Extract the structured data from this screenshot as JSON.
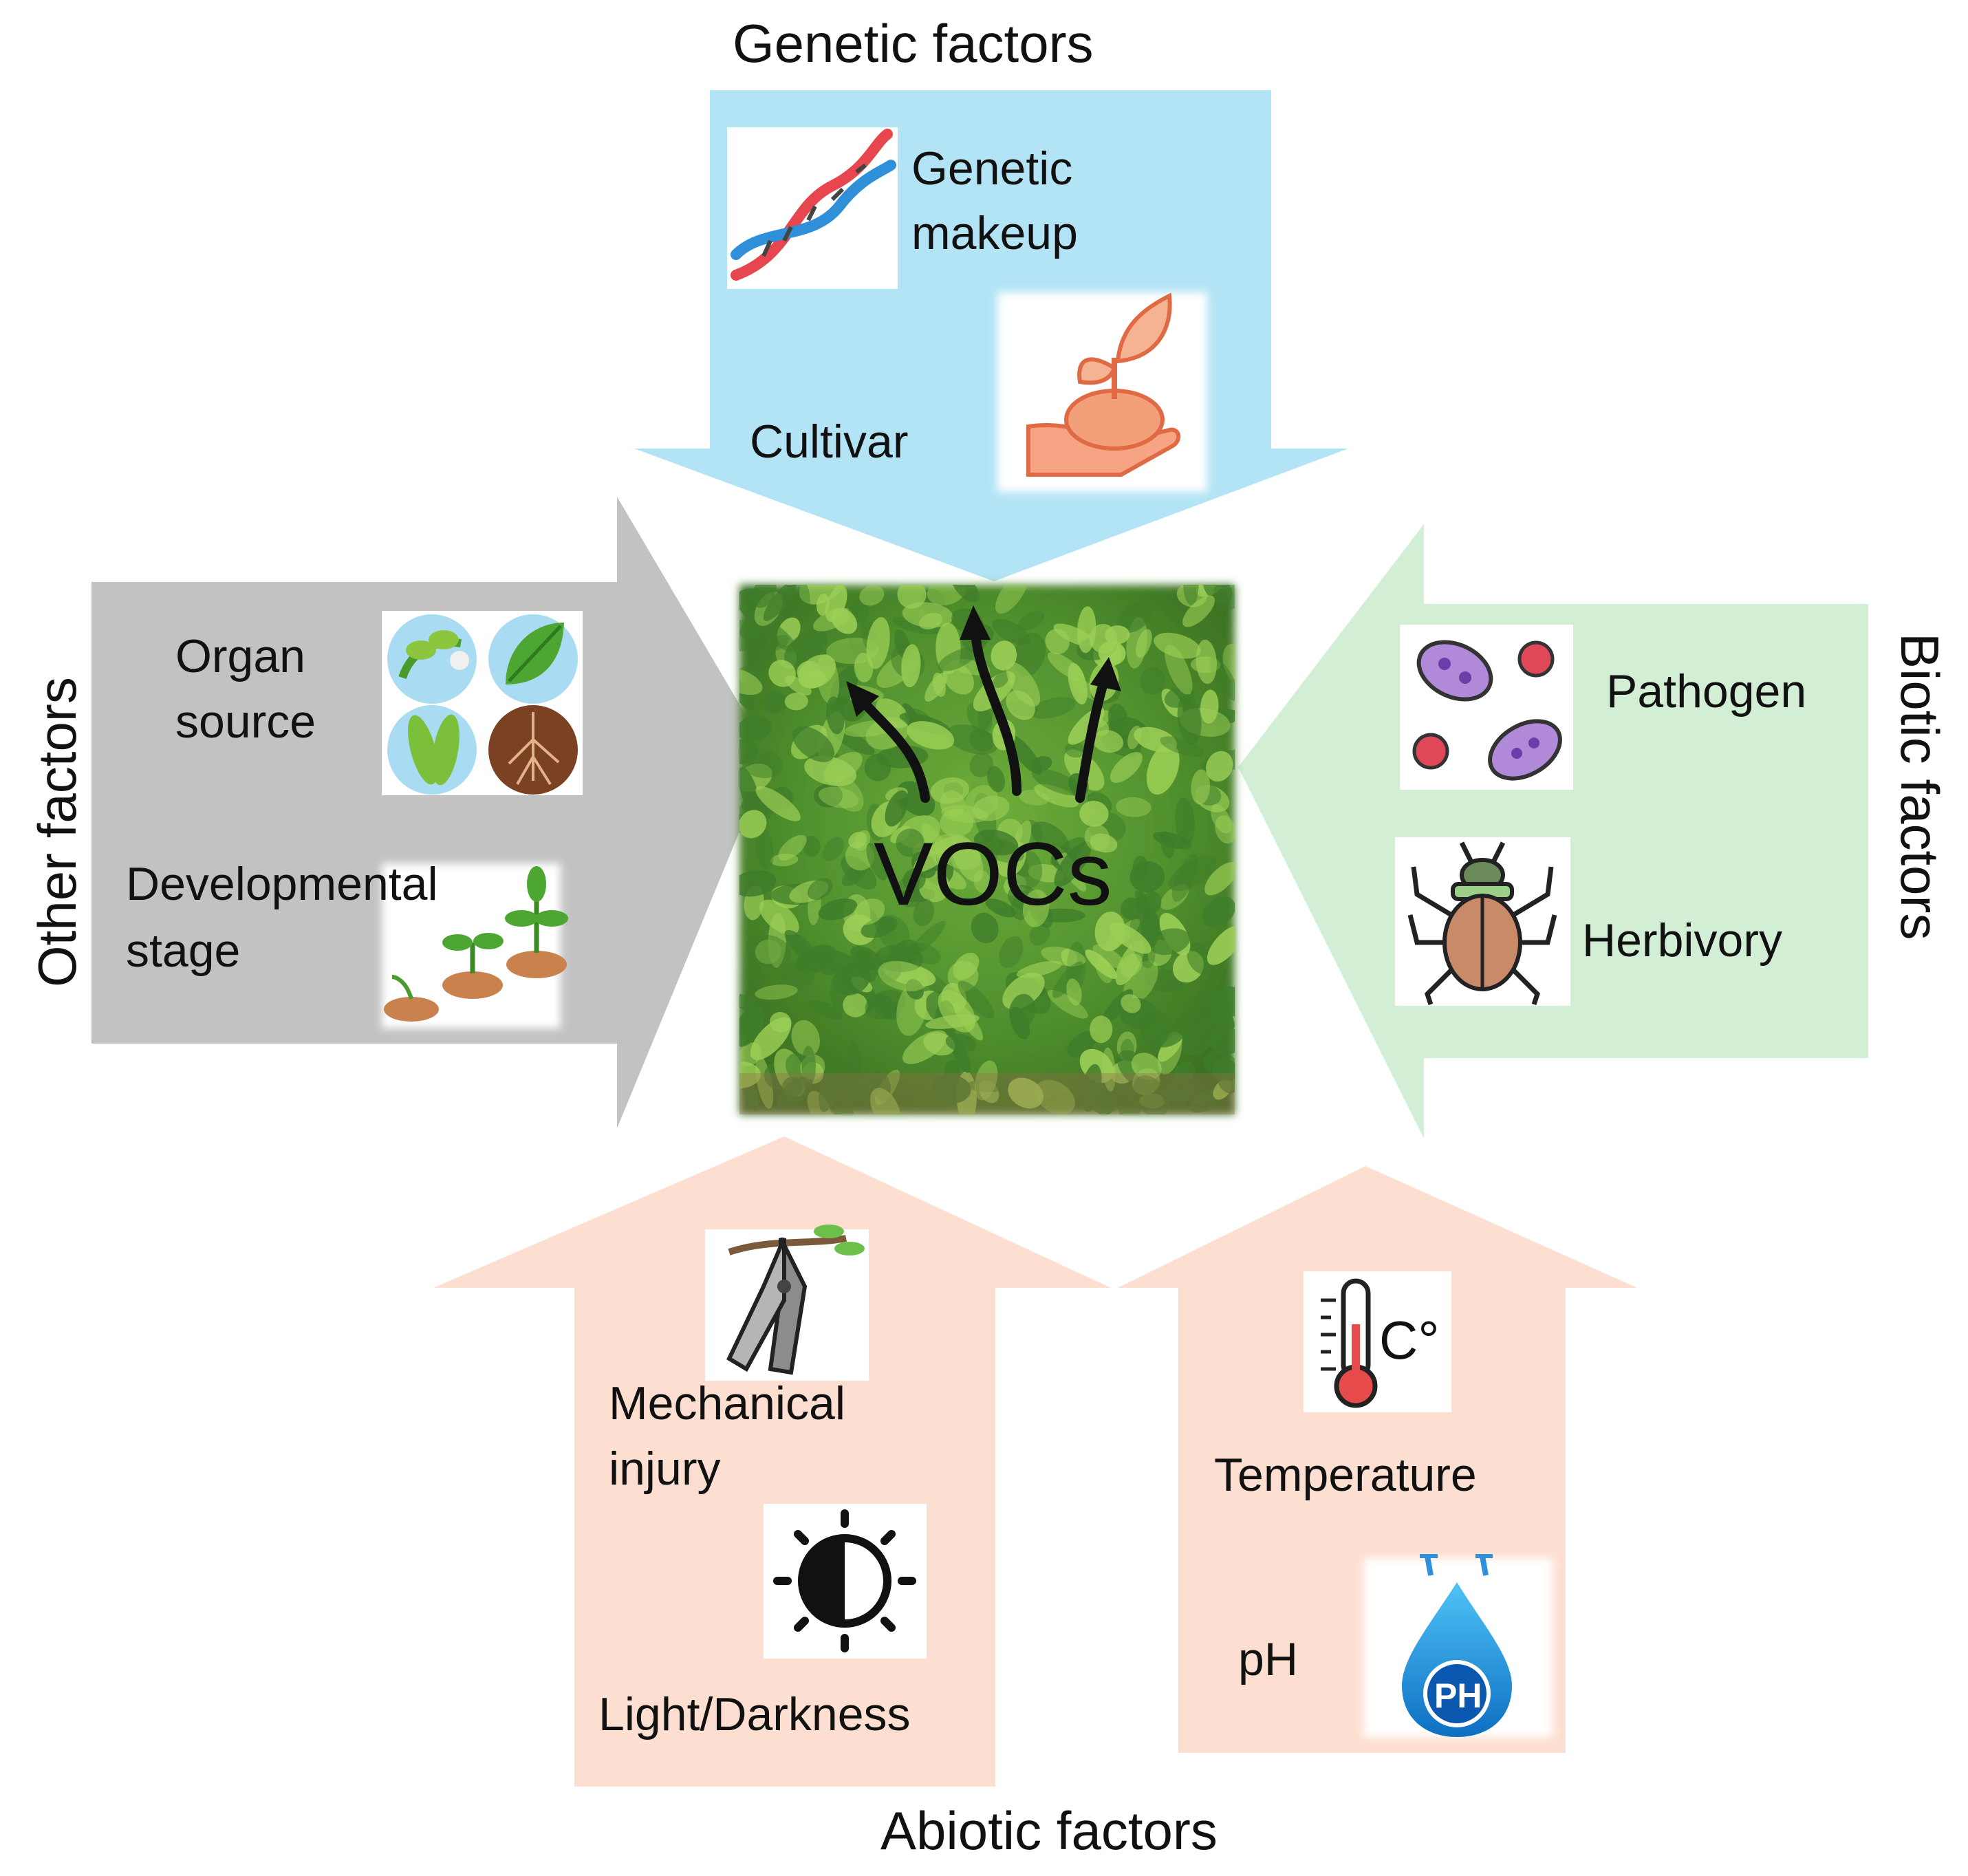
{
  "colors": {
    "genetic": "#b3e4f5",
    "other": "#c2c2c2",
    "biotic": "#d2efd5",
    "abiotic": "#fddfd1",
    "plant_dark": "#3f7d2a",
    "plant_light": "#9ccf56"
  },
  "center": {
    "label": "VOCs",
    "icon": "crop-field-photo"
  },
  "genetic": {
    "title": "Genetic factors",
    "items": [
      {
        "label_line1": "Genetic",
        "label_line2": "makeup",
        "icon": "dna-icon"
      },
      {
        "label": "Cultivar",
        "icon": "seedling-in-hand-icon"
      }
    ]
  },
  "other": {
    "title": "Other factors",
    "items": [
      {
        "label_line1": "Organ",
        "label_line2": "source",
        "icon": "plant-organs-icon"
      },
      {
        "label_line1": "Developmental",
        "label_line2": "stage",
        "icon": "seedling-growth-icon"
      }
    ]
  },
  "biotic": {
    "title": "Biotic factors",
    "items": [
      {
        "label": "Pathogen",
        "icon": "pathogen-icon"
      },
      {
        "label": "Herbivory",
        "icon": "beetle-icon"
      }
    ]
  },
  "abiotic": {
    "title": "Abiotic factors",
    "items": [
      {
        "label_line1": "Mechanical",
        "label_line2": "injury",
        "icon": "pruning-shears-icon"
      },
      {
        "label": "Light/Darkness",
        "icon": "light-darkness-icon"
      },
      {
        "label": "Temperature",
        "icon": "thermometer-icon",
        "unit_glyph": "C°"
      },
      {
        "label": "pH",
        "icon": "ph-drop-icon",
        "badge": "PH"
      }
    ]
  }
}
